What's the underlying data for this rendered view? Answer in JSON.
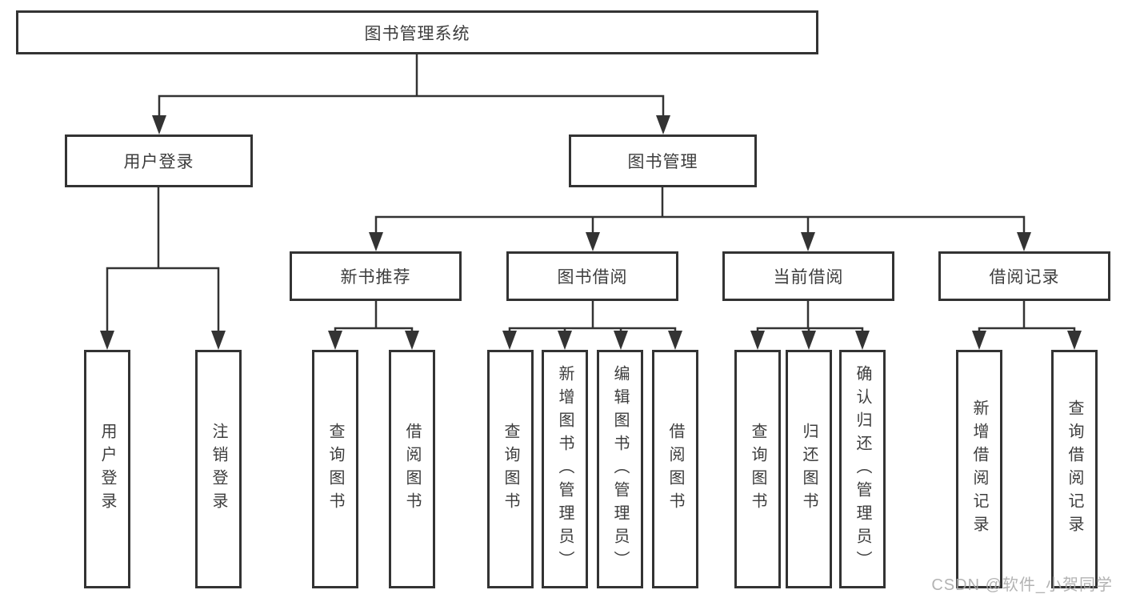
{
  "diagram": {
    "title": "图书管理系统",
    "line_color": "#333333",
    "text_color": "#3d3d3d",
    "background": "#ffffff",
    "root": {
      "label": "图书管理系统"
    },
    "level2": [
      {
        "id": "user-login",
        "label": "用户登录"
      },
      {
        "id": "book-management",
        "label": "图书管理"
      }
    ],
    "level3": [
      {
        "id": "new-book-recommend",
        "label": "新书推荐",
        "parent": "图书管理"
      },
      {
        "id": "book-borrow",
        "label": "图书借阅",
        "parent": "图书管理"
      },
      {
        "id": "current-borrow",
        "label": "当前借阅",
        "parent": "图书管理"
      },
      {
        "id": "borrow-record",
        "label": "借阅记录",
        "parent": "图书管理"
      }
    ],
    "leaves": [
      {
        "id": "user-login-leaf",
        "label": "用户登录",
        "parent": "用户登录"
      },
      {
        "id": "logout",
        "label": "注销登录",
        "parent": "用户登录"
      },
      {
        "id": "nb-query-book",
        "label": "查询图书",
        "parent": "新书推荐"
      },
      {
        "id": "nb-borrow-book",
        "label": "借阅图书",
        "parent": "新书推荐"
      },
      {
        "id": "bb-query-book",
        "label": "查询图书",
        "parent": "图书借阅"
      },
      {
        "id": "bb-add-book",
        "label": "新增图书（管理员）",
        "parent": "图书借阅"
      },
      {
        "id": "bb-edit-book",
        "label": "编辑图书（管理员）",
        "parent": "图书借阅"
      },
      {
        "id": "bb-borrow-book",
        "label": "借阅图书",
        "parent": "图书借阅"
      },
      {
        "id": "cb-query-book",
        "label": "查询图书",
        "parent": "当前借阅"
      },
      {
        "id": "cb-return-book",
        "label": "归还图书",
        "parent": "当前借阅"
      },
      {
        "id": "cb-confirm-return",
        "label": "确认归还（管理员）",
        "parent": "当前借阅"
      },
      {
        "id": "br-add-record",
        "label": "新增借阅记录",
        "parent": "借阅记录"
      },
      {
        "id": "br-query-record",
        "label": "查询借阅记录",
        "parent": "借阅记录"
      }
    ]
  },
  "watermark": {
    "text": "CSDN @软件_小贺同学",
    "color": "#a8a8a8"
  }
}
